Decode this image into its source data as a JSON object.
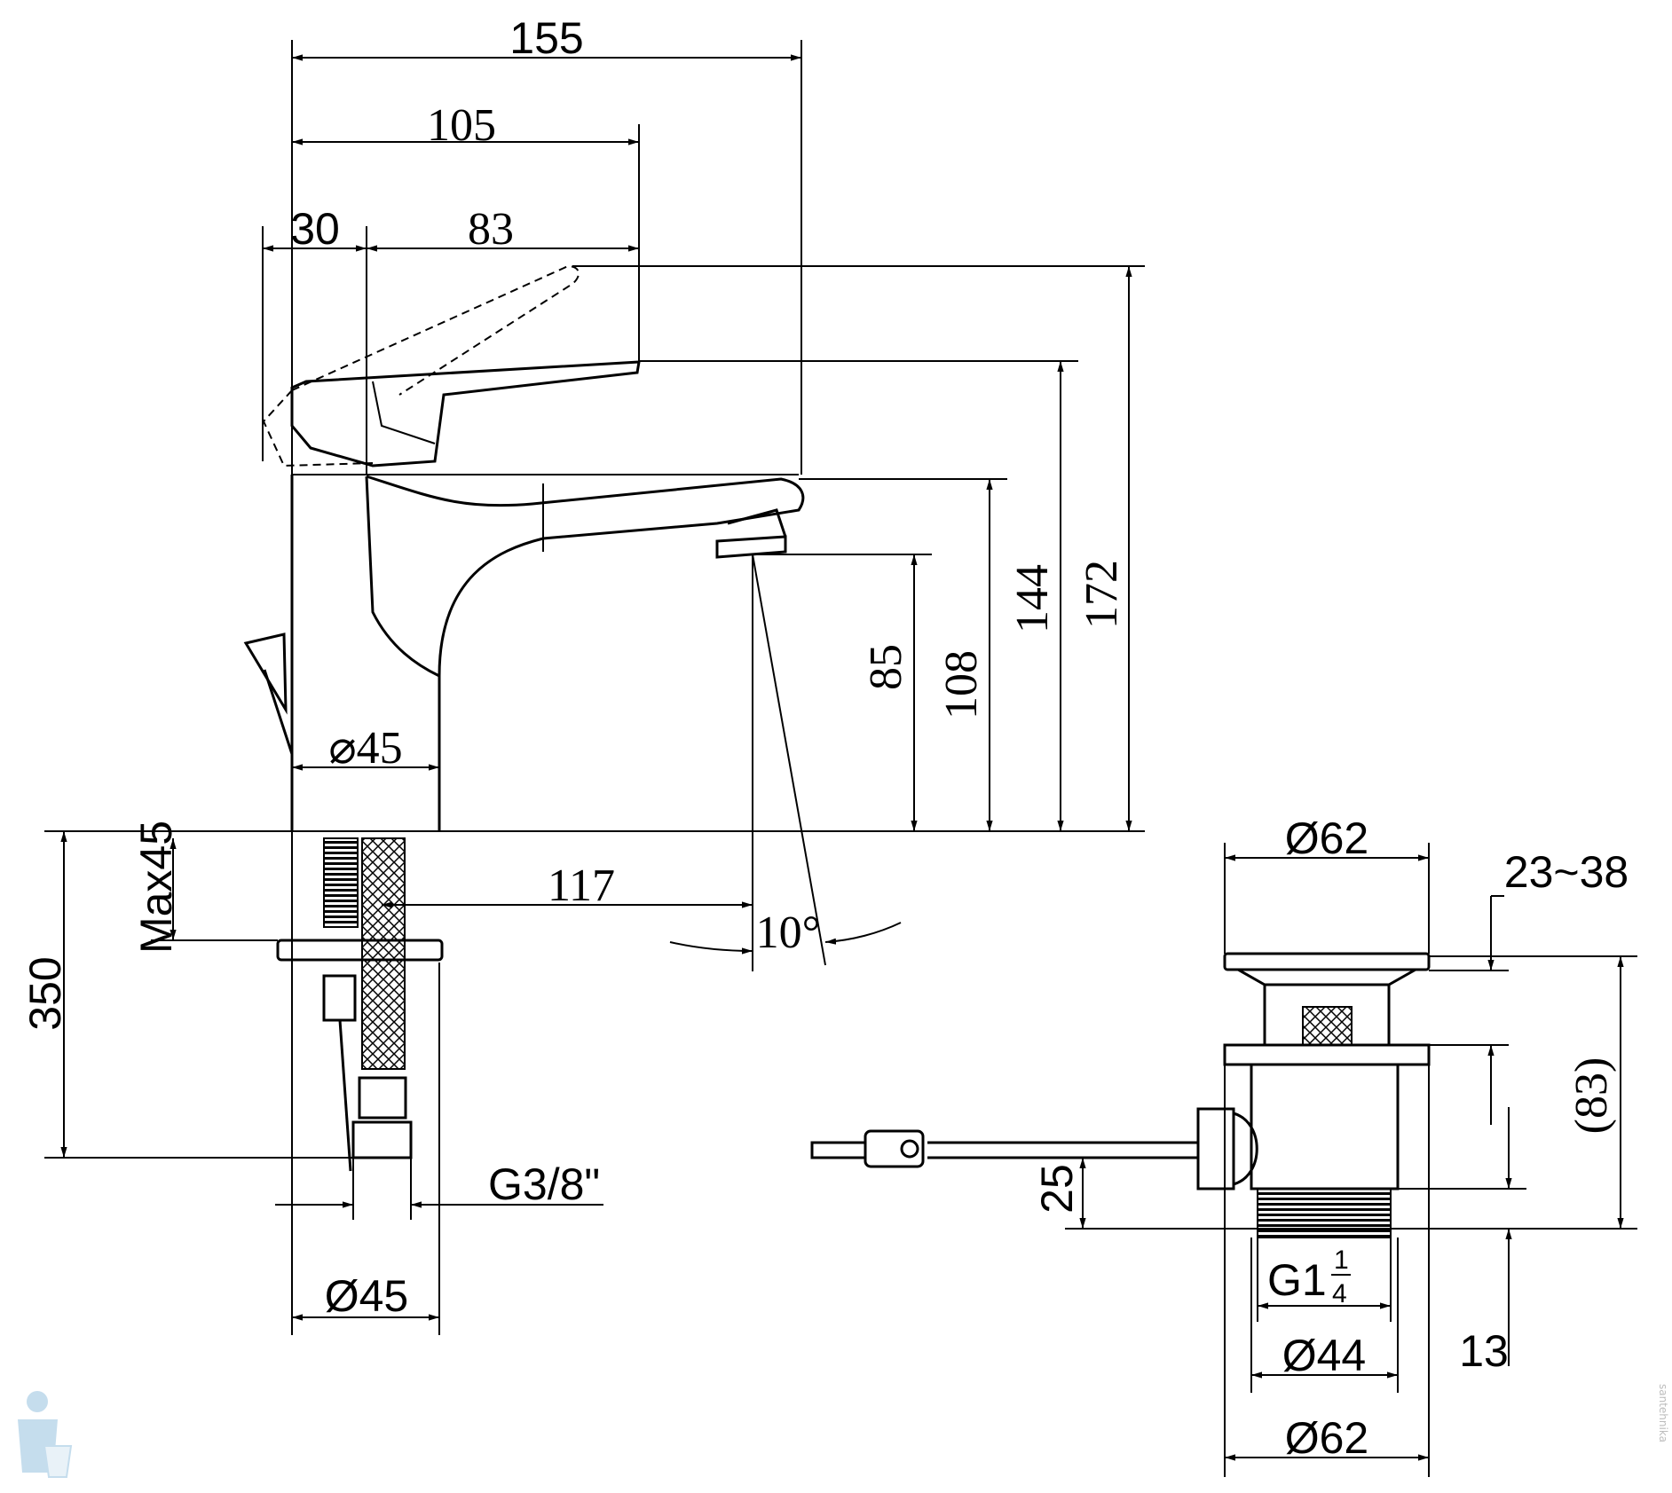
{
  "dimensions": {
    "overall_reach": "155",
    "lever_reach": "105",
    "lever_offset": "30",
    "lever_length": "83",
    "body_diameter_top": "⌀45",
    "spout_reach": "117",
    "spout_angle": "10°",
    "height_outlet": "85",
    "height_spout_top": "108",
    "height_lever": "144",
    "height_lever_open": "172",
    "max_deck": "Max45",
    "hose_length": "350",
    "inlet_thread": "G3/8\"",
    "body_diameter_bottom": "Ø45",
    "waste_head_diameter": "Ø62",
    "waste_range": "23~38",
    "waste_height": "(83)",
    "waste_rod_offset": "25",
    "waste_thread": "G1",
    "waste_thread_fraction_num": "1",
    "waste_thread_fraction_den": "4",
    "waste_tail": "13",
    "waste_tail_diameter": "Ø44",
    "waste_flange_diameter": "Ø62"
  },
  "watermark": "santehnika"
}
